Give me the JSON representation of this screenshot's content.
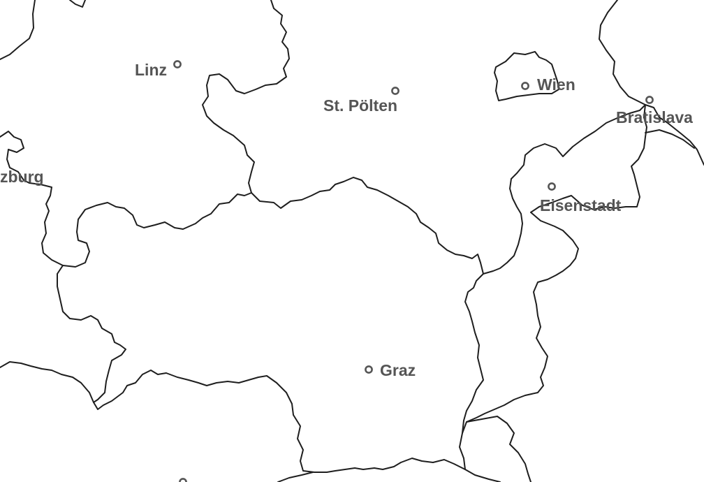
{
  "map": {
    "cities": [
      {
        "id": "linz",
        "name": "Linz"
      },
      {
        "id": "st-poelten",
        "name": "St. Pölten"
      },
      {
        "id": "wien",
        "name": "Wien"
      },
      {
        "id": "bratislava",
        "name": "Bratislava"
      },
      {
        "id": "salzburg",
        "name": "zburg"
      },
      {
        "id": "eisenstadt",
        "name": "Eisenstadt"
      },
      {
        "id": "graz",
        "name": "Graz"
      }
    ],
    "colors": {
      "border": "#1e1e1e",
      "label": "#555555",
      "background": "#ffffff"
    }
  }
}
